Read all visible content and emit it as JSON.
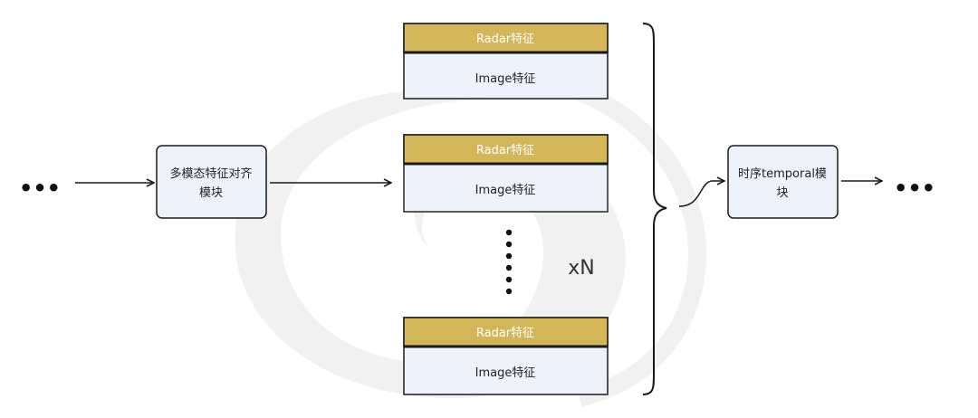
{
  "flow": {
    "left_ellipsis": "•••",
    "right_ellipsis": "•••",
    "alignment_module": {
      "line1": "多模态特征对齐",
      "line2": "模块"
    },
    "temporal_module": {
      "line1": "时序temporal模",
      "line2": "块"
    }
  },
  "stacks": [
    {
      "radar_label": "Radar特征",
      "image_label": "Image特征"
    },
    {
      "radar_label": "Radar特征",
      "image_label": "Image特征"
    },
    {
      "radar_label": "Radar特征",
      "image_label": "Image特征"
    }
  ],
  "repeat_label": "xN",
  "colors": {
    "radar_band": "#d4b65a",
    "image_band": "#eef2fb",
    "module_fill": "#edf1fa",
    "stroke": "#1a1a1a",
    "watermark": "#ebebeb"
  }
}
